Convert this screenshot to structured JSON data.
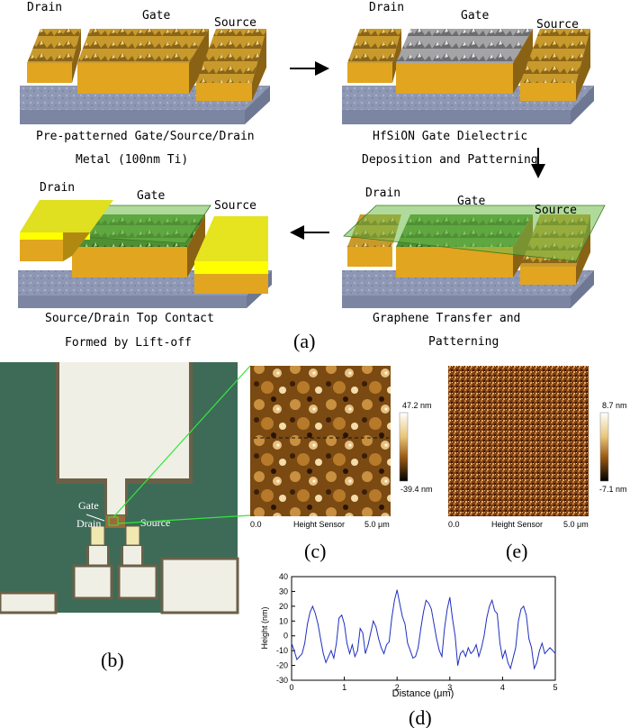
{
  "panel_a": {
    "step1": {
      "drain": "Drain",
      "gate": "Gate",
      "source": "Source",
      "caption_line1": "Pre-patterned Gate/Source/Drain",
      "caption_line2": "Metal (100nm Ti)"
    },
    "step2": {
      "drain": "Drain",
      "gate": "Gate",
      "source": "Source",
      "caption_line1": "HfSiON Gate Dielectric",
      "caption_line2": "Deposition and Patterning"
    },
    "step3": {
      "drain": "Drain",
      "gate": "Gate",
      "source": "Source",
      "caption_line1": "Graphene Transfer and",
      "caption_line2": "Patterning"
    },
    "step4": {
      "drain": "Drain",
      "gate": "Gate",
      "source": "Source",
      "caption_line1": "Source/Drain Top Contact",
      "caption_line2": "Formed by Lift-off"
    },
    "label": "(a)"
  },
  "panel_b": {
    "label": "(b)",
    "gate": "Gate",
    "drain": "Drain",
    "source": "Source"
  },
  "panel_c": {
    "label": "(c)",
    "scale_max": "47.2 nm",
    "scale_min": "-39.4 nm",
    "axis_left": "0.0",
    "axis_mid": "Height Sensor",
    "axis_right": "5.0 μm"
  },
  "panel_e": {
    "label": "(e)",
    "scale_max": "8.7 nm",
    "scale_min": "-7.1 nm",
    "axis_left": "0.0",
    "axis_mid": "Height Sensor",
    "axis_right": "5.0 μm"
  },
  "panel_d": {
    "label": "(d)"
  },
  "colors": {
    "metal": "#d9a220",
    "substrate": "#8e98b4",
    "dielectric": "#9d9d9f",
    "graphene": "#6dbb4a",
    "contact": "#f4f000",
    "trace": "#1f2fbf"
  },
  "chart_data": {
    "type": "line",
    "xlabel": "Distance (μm)",
    "ylabel": "Height (nm)",
    "xlim": [
      0,
      5
    ],
    "ylim": [
      -30,
      40
    ],
    "xticks": [
      0,
      1,
      2,
      3,
      4,
      5
    ],
    "yticks": [
      -30,
      -20,
      -10,
      0,
      10,
      20,
      30,
      40
    ],
    "grid": false,
    "series": [
      {
        "x": [
          0,
          0.05,
          0.1,
          0.15,
          0.2,
          0.25,
          0.3,
          0.35,
          0.4,
          0.45,
          0.5,
          0.55,
          0.6,
          0.65,
          0.7,
          0.75,
          0.8,
          0.85,
          0.9,
          0.95,
          1.0,
          1.05,
          1.1,
          1.15,
          1.2,
          1.25,
          1.3,
          1.35,
          1.4,
          1.45,
          1.5,
          1.55,
          1.6,
          1.65,
          1.7,
          1.75,
          1.8,
          1.85,
          1.9,
          1.95,
          2.0,
          2.05,
          2.1,
          2.15,
          2.2,
          2.25,
          2.3,
          2.35,
          2.4,
          2.45,
          2.5,
          2.55,
          2.6,
          2.65,
          2.7,
          2.75,
          2.8,
          2.85,
          2.9,
          2.95,
          3.0,
          3.05,
          3.1,
          3.15,
          3.2,
          3.25,
          3.3,
          3.35,
          3.4,
          3.45,
          3.5,
          3.55,
          3.6,
          3.65,
          3.7,
          3.75,
          3.8,
          3.85,
          3.9,
          3.95,
          4.0,
          4.05,
          4.1,
          4.15,
          4.2,
          4.25,
          4.3,
          4.35,
          4.4,
          4.45,
          4.5,
          4.55,
          4.6,
          4.65,
          4.7,
          4.75,
          4.8,
          4.85,
          4.9,
          4.95,
          5.0
        ],
        "values": [
          -5,
          -10,
          -16,
          -14,
          -12,
          -5,
          8,
          16,
          20,
          15,
          8,
          -2,
          -12,
          -18,
          -14,
          -10,
          -15,
          -5,
          12,
          14,
          8,
          -5,
          -12,
          -6,
          -14,
          -10,
          5,
          2,
          -12,
          -6,
          2,
          10,
          6,
          -2,
          -8,
          -12,
          -6,
          -4,
          12,
          24,
          31,
          22,
          13,
          8,
          -5,
          -10,
          -15,
          -14,
          -8,
          5,
          16,
          24,
          22,
          18,
          8,
          -2,
          -10,
          -14,
          5,
          18,
          26,
          12,
          0,
          -20,
          -12,
          -10,
          -14,
          -8,
          -12,
          -10,
          -6,
          -14,
          -8,
          0,
          12,
          20,
          24,
          17,
          15,
          -5,
          -15,
          -10,
          -18,
          -22,
          -15,
          -8,
          10,
          18,
          20,
          14,
          -2,
          -8,
          -22,
          -18,
          -10,
          -5,
          -12,
          -10,
          -8,
          -10,
          -12
        ]
      }
    ]
  }
}
